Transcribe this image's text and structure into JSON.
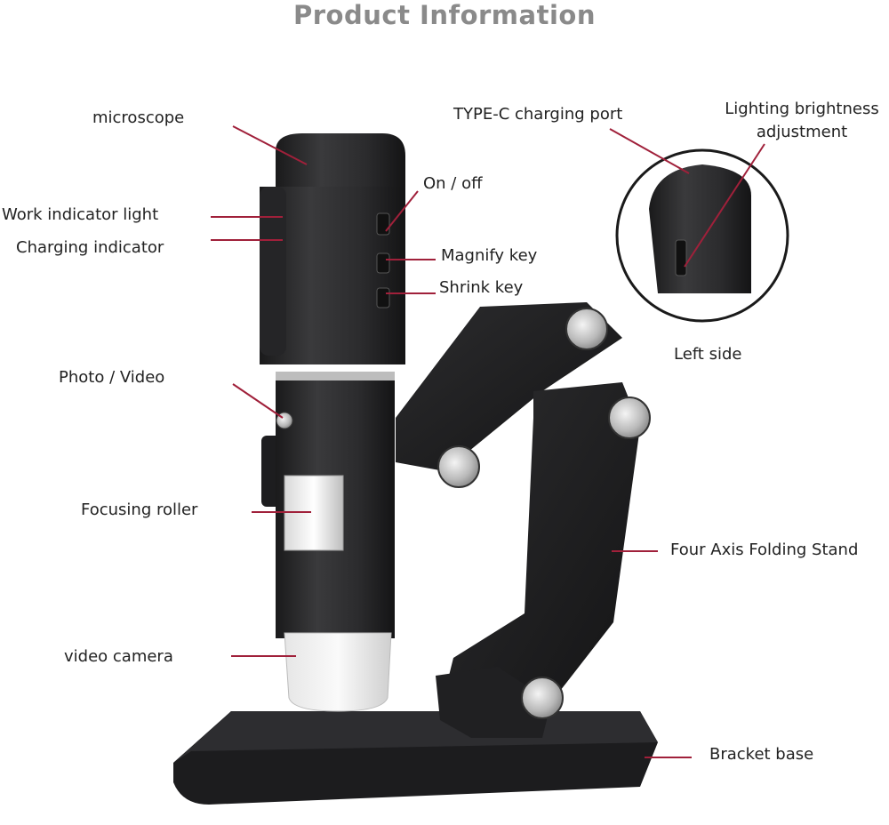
{
  "title": "Product Information",
  "labels": {
    "microscope": "microscope",
    "work_indicator": "Work indicator light",
    "charging_indicator": "Charging indicator",
    "photo_video": "Photo / Video",
    "focusing_roller": "Focusing roller",
    "video_camera": "video camera",
    "type_c": "TYPE-C charging port",
    "lighting_line1": "Lighting brightness",
    "lighting_line2": "adjustment",
    "on_off": "On / off",
    "magnify": "Magnify key",
    "shrink": "Shrink key",
    "left_side": "Left side",
    "stand": "Four Axis Folding Stand",
    "base": "Bracket base"
  },
  "colors": {
    "title": "#8a8a8a",
    "label_text": "#222222",
    "leader_line": "#a0203a",
    "device_body": "#2a2a2c",
    "stand_body": "#1f1f21",
    "metal": "#c8c8c8"
  }
}
